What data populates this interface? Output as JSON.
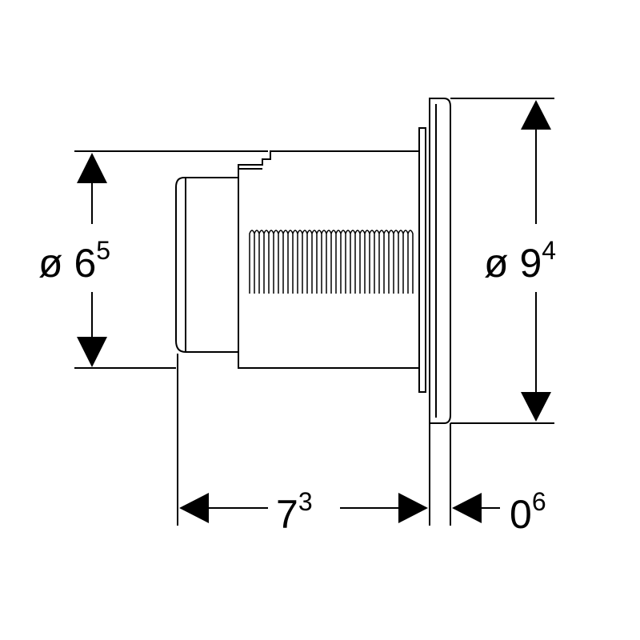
{
  "colors": {
    "line": "#000000",
    "background": "#ffffff"
  },
  "dimensions": {
    "left_diameter": {
      "symbol": "ø",
      "main": "6",
      "sup": "5"
    },
    "right_diameter": {
      "symbol": "ø",
      "main": "9",
      "sup": "4"
    },
    "depth": {
      "main": "7",
      "sup": "3"
    },
    "flange_thickness": {
      "main": "0",
      "sup": "6"
    }
  }
}
